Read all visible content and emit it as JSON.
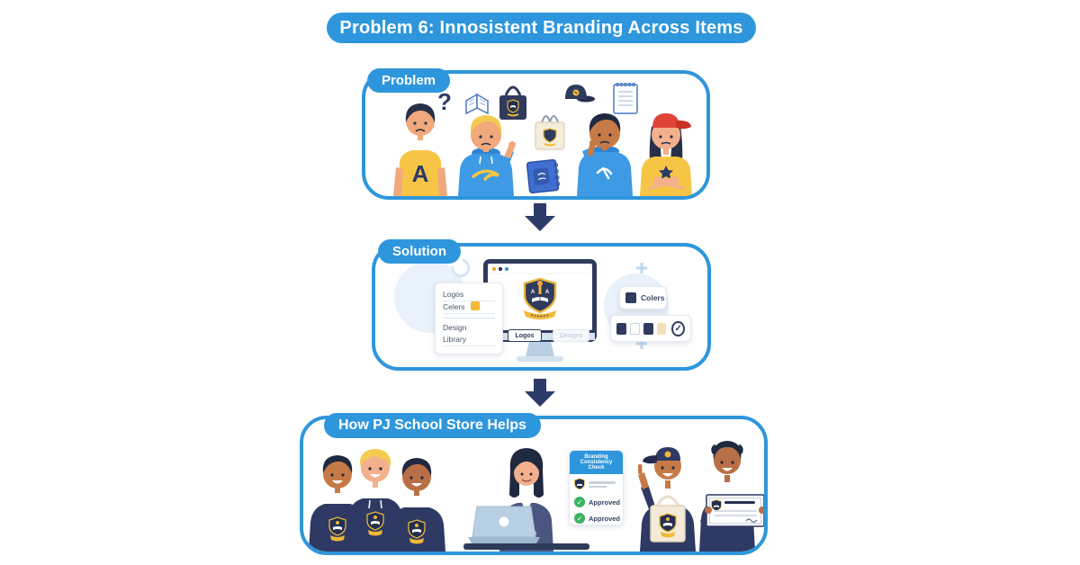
{
  "title": "Problem 6: Innosistent Branding Across Items",
  "problem": {
    "label": "Problem",
    "shirt_letter": "A",
    "question_mark": "?"
  },
  "solution": {
    "label": "Solution",
    "design_panel": {
      "item1": "Logos",
      "item2": "Celers",
      "item3": "Design",
      "item4": "Library"
    },
    "screen": {
      "primary_button": "Logos",
      "secondary_button": "Designs"
    },
    "colors_card": {
      "label": "Colers"
    },
    "palette": [
      "#2F3B5C",
      "#FFFFFF",
      "#2F3B5C",
      "#F3E0B8"
    ],
    "accent_swatch": "#F2B838"
  },
  "helps": {
    "label": "How PJ School Store Helps",
    "check_card": {
      "header": "Branding Consistency Check",
      "rows": [
        "Approved",
        "Approved"
      ]
    }
  },
  "icons": {
    "check": "✓"
  },
  "colors": {
    "accent_blue": "#2E96DC",
    "navy": "#2B3A67",
    "gold": "#F2B838",
    "yellow_shirt": "#F6C545",
    "hoodie_blue": "#3E9AE5",
    "hoodie_navy": "#2E3A63",
    "green_approved": "#3BB463",
    "cream": "#F5EDDC",
    "cap_red": "#E04438"
  }
}
